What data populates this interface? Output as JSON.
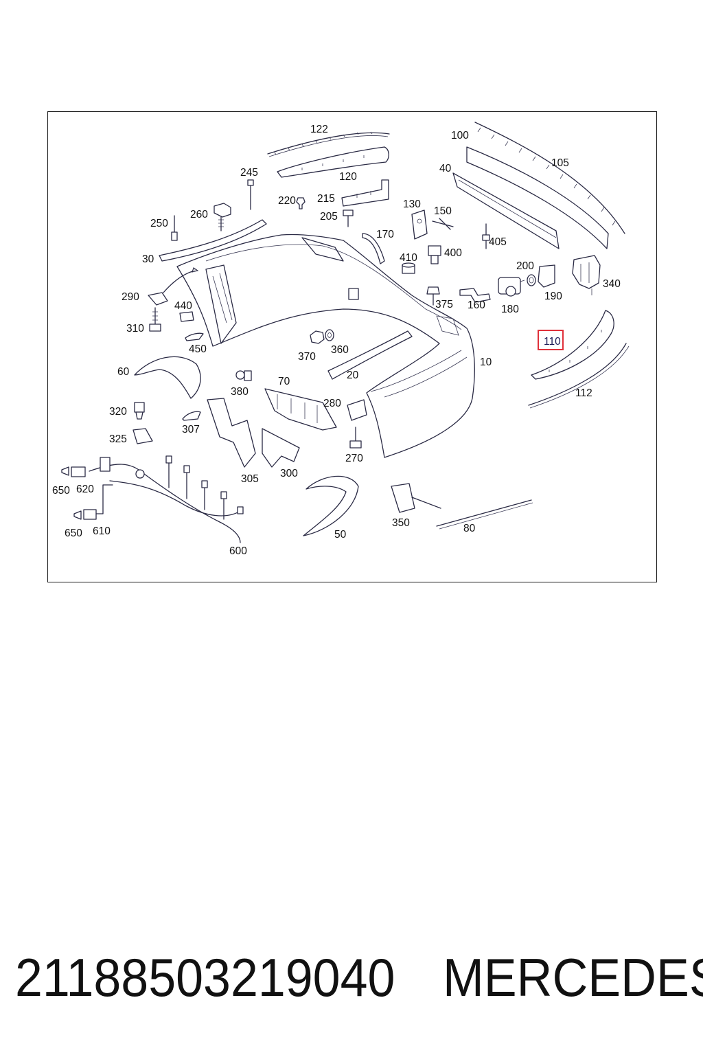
{
  "diagram": {
    "title": "",
    "highlighted_callout": "110",
    "callouts": [
      "122",
      "120",
      "245",
      "220",
      "215",
      "205",
      "260",
      "250",
      "30",
      "100",
      "105",
      "40",
      "130",
      "150",
      "170",
      "405",
      "410",
      "400",
      "200",
      "190",
      "340",
      "290",
      "440",
      "450",
      "310",
      "375",
      "160",
      "180",
      "370",
      "360",
      "110",
      "60",
      "380",
      "70",
      "20",
      "10",
      "112",
      "320",
      "325",
      "307",
      "280",
      "270",
      "305",
      "300",
      "650",
      "620",
      "650",
      "610",
      "600",
      "50",
      "350",
      "80"
    ]
  },
  "footer": {
    "part_number": "21188503219040",
    "brand": "MERCEDES"
  },
  "colors": {
    "highlight": "#e0303a",
    "line": "#2a2a44"
  }
}
